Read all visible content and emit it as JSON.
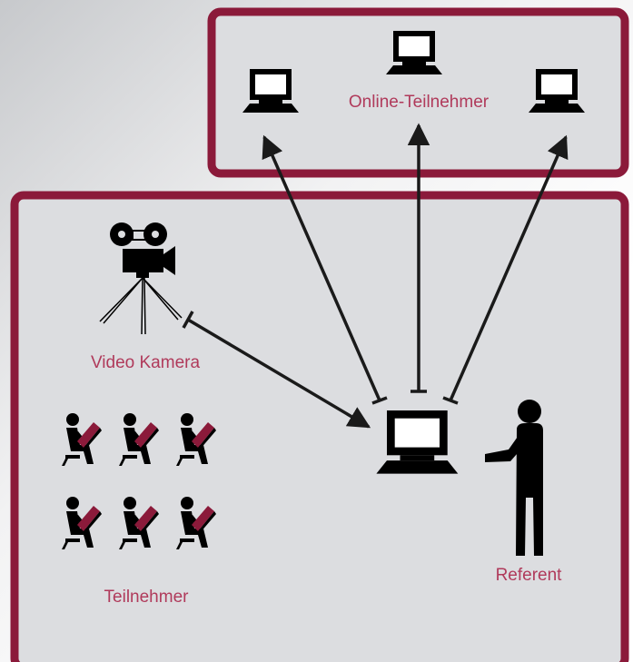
{
  "colors": {
    "frame": "#8b1a3a",
    "panel": "#dcdde0",
    "label": "#b03a5b",
    "icon": "#000000",
    "book": "#8b1a3a"
  },
  "labels": {
    "online_participants": "Online-Teilnehmer",
    "video_camera": "Video Kamera",
    "participants": "Teilnehmer",
    "speaker": "Referent"
  },
  "icons": {
    "remote_laptops": [
      "laptop-icon",
      "laptop-icon",
      "laptop-icon"
    ],
    "camera": "video-camera-icon",
    "presenter_laptop": "laptop-icon",
    "speaker": "person-icon",
    "participant": "seated-person-reading-icon"
  }
}
